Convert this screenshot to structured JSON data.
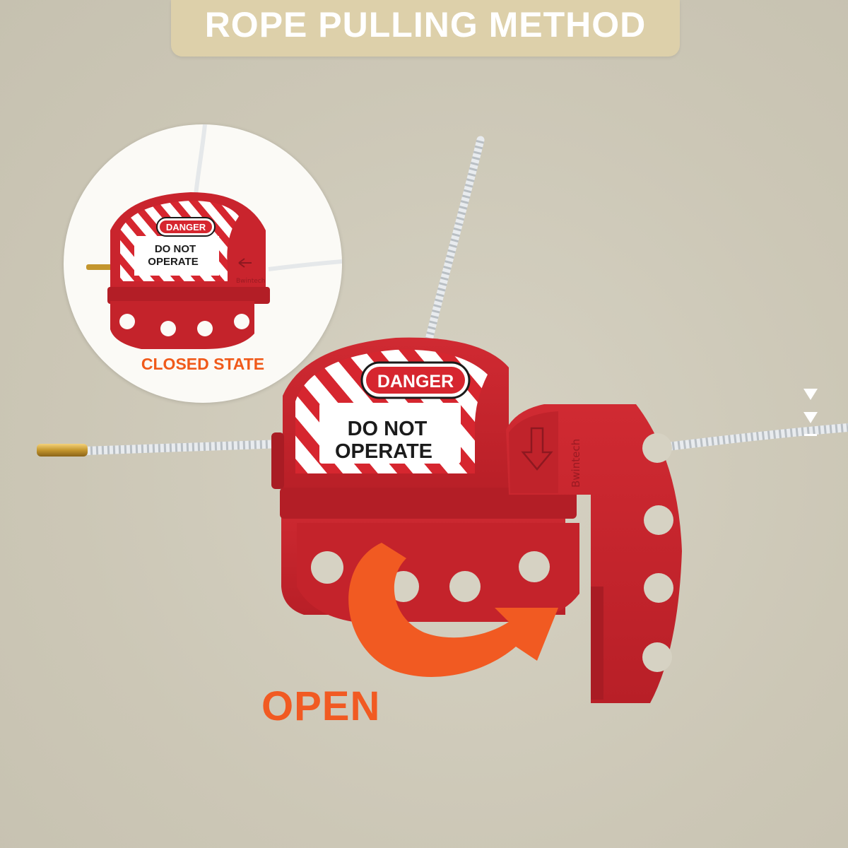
{
  "banner": {
    "title": "ROPE PULLING METHOD"
  },
  "inset": {
    "caption": "CLOSED STATE"
  },
  "lock": {
    "danger_label": "DANGER",
    "warning_line1": "DO NOT",
    "warning_line2": "OPERATE",
    "brand": "Bwintech"
  },
  "action": {
    "open_label": "OPEN"
  },
  "colors": {
    "banner": "#ddd0aa",
    "lock_red": "#c9242d",
    "accent_orange": "#f15a22",
    "background": "#cdc8b8"
  }
}
